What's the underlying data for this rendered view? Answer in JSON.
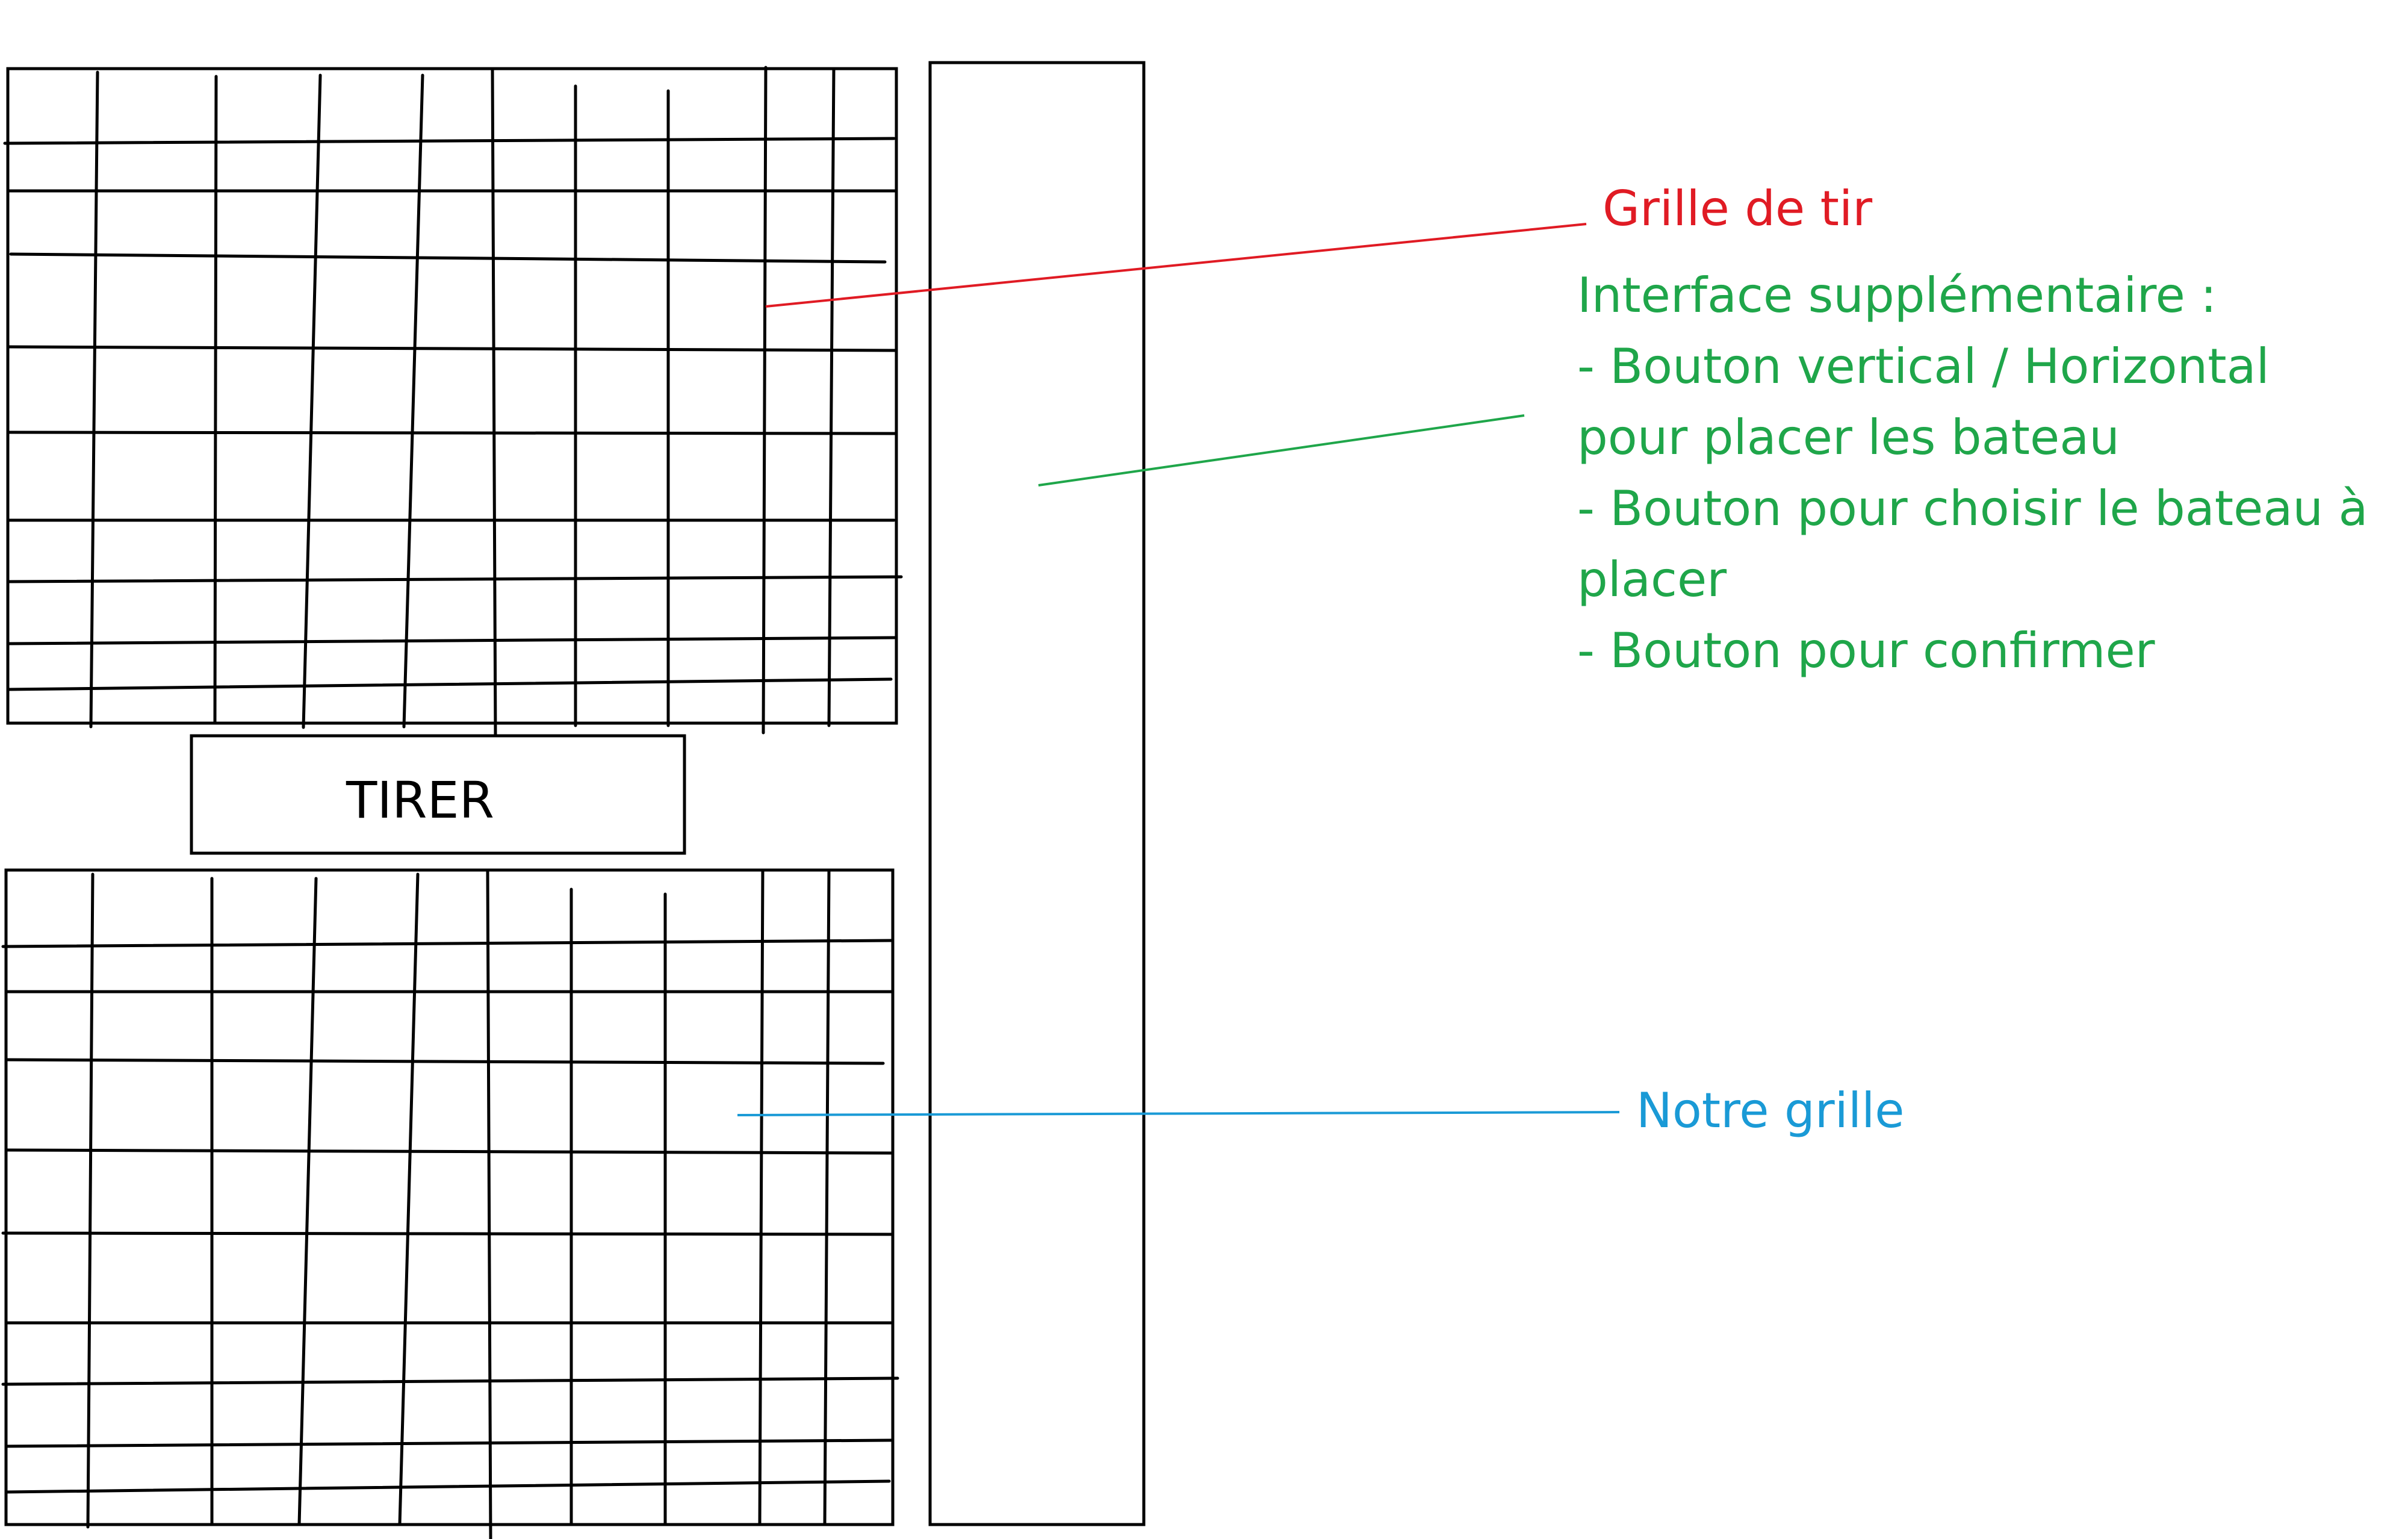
{
  "annotations": {
    "shooting_grid_label": "Grille de tir",
    "extra_interface": {
      "title": "Interface supplémentaire :",
      "lines": [
        "- Bouton vertical / Horizontal",
        "pour placer les bateau",
        "- Bouton pour choisir le bateau à",
        "placer",
        "- Bouton pour confirmer"
      ]
    },
    "own_grid_label": "Notre grille"
  },
  "fire_button": {
    "label": "TIRER"
  },
  "colors": {
    "ink": "#000000",
    "shooting_grid_annotation": "#e01b24",
    "extra_interface_annotation": "#1fa64a",
    "own_grid_annotation": "#1a9ad6"
  }
}
